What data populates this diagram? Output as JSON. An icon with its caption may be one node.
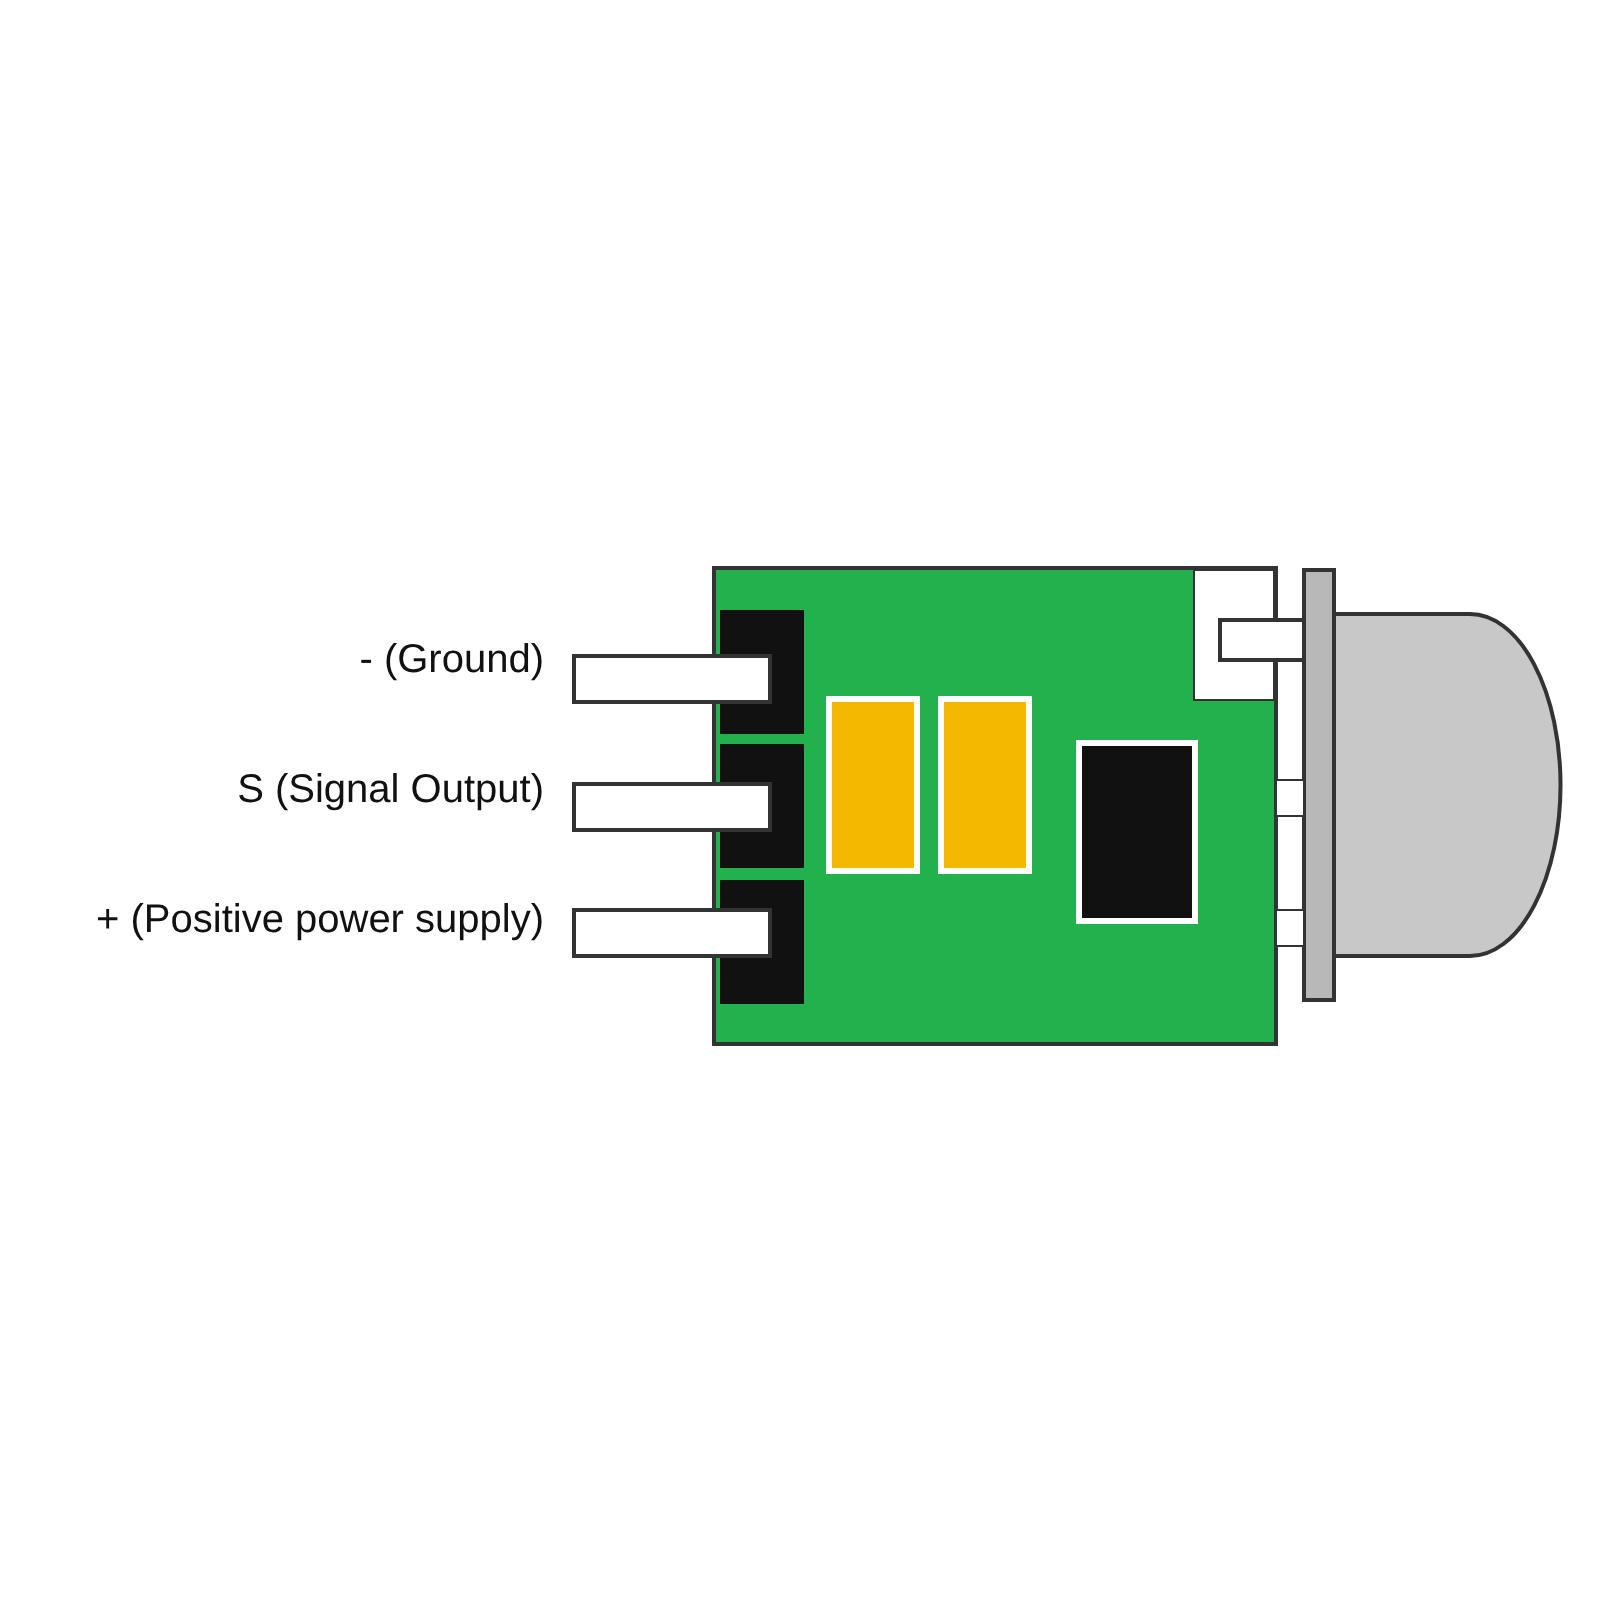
{
  "diagram": {
    "labels": [
      "- (Ground)",
      "S (Signal Output)",
      "+ (Positive power supply)"
    ]
  }
}
